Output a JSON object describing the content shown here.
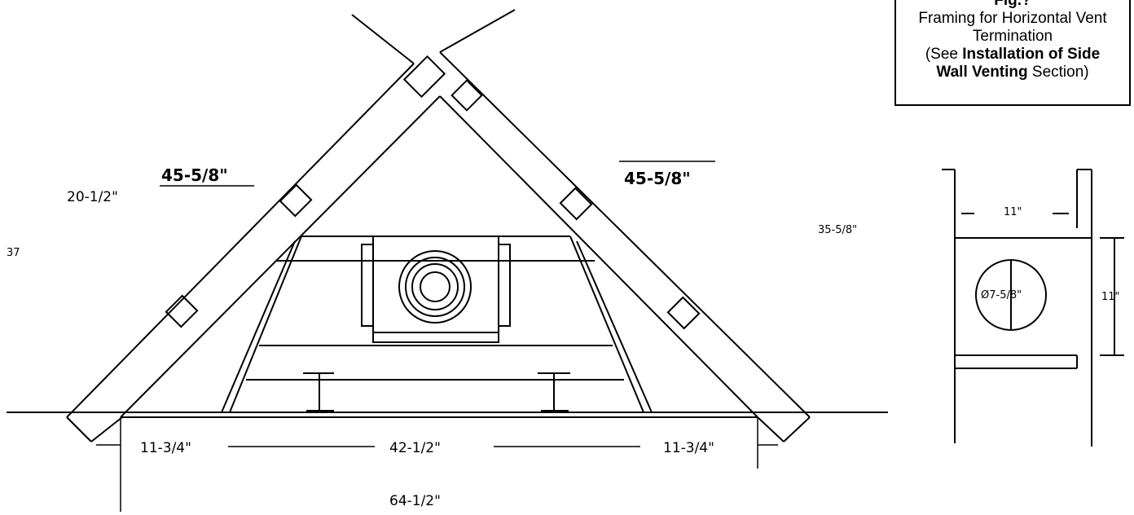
{
  "caption": {
    "fig_label": "Fig.?",
    "line1": "Framing for Horizontal Vent",
    "line2": "Termination",
    "line3_pre": "(See ",
    "line3_bold": "Installation of Side",
    "line4_bold": "Wall Venting",
    "line4_post": " Section)"
  },
  "main_dims": {
    "left_rafter": "45-5/8\"",
    "right_rafter": "45-5/8\"",
    "left_side": "20-1/2\"",
    "left_height": "37",
    "right_height": "35-5/8\"",
    "left_clear": "11-3/4\"",
    "center_span": "42-1/2\"",
    "right_clear": "11-3/4\"",
    "overall": "64-1/2\""
  },
  "side_dims": {
    "width": "11\"",
    "height": "11\"",
    "hole": "Ø7-5/8\""
  }
}
